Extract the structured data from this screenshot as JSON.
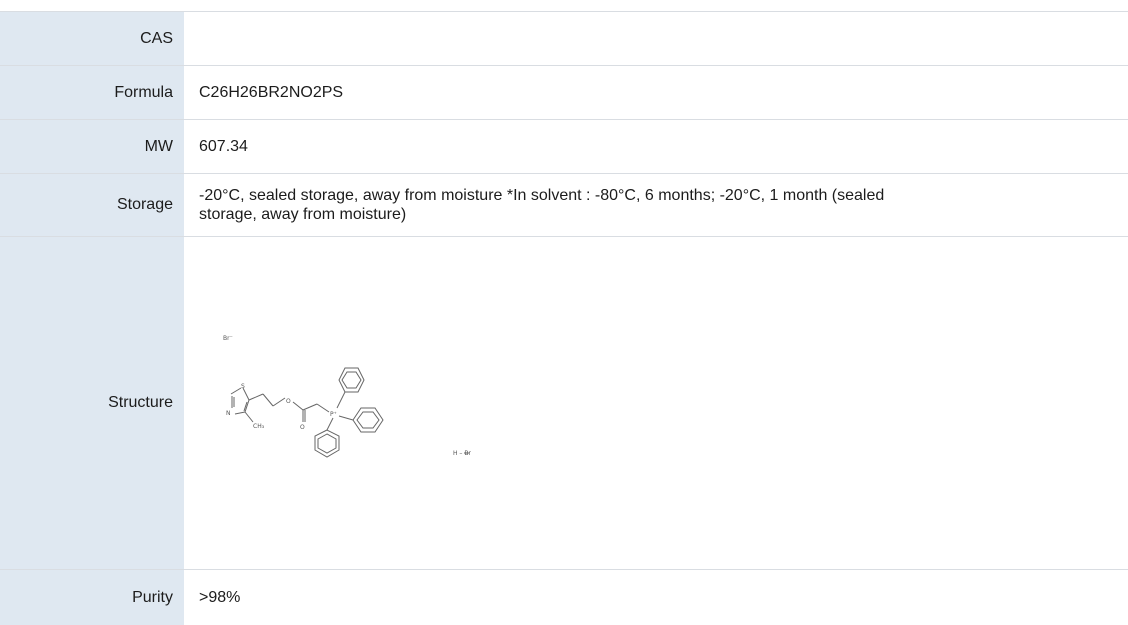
{
  "rows": [
    {
      "label": "CAS",
      "value": ""
    },
    {
      "label": "Formula",
      "value": "C26H26BR2NO2PS"
    },
    {
      "label": "MW",
      "value": "607.34"
    },
    {
      "label": "Storage",
      "value": "-20°C, sealed storage, away from moisture *In solvent : -80°C, 6 months; -20°C, 1 month (sealed storage, away from moisture)"
    },
    {
      "label": "Structure",
      "value": ""
    },
    {
      "label": "Purity",
      "value": ">98%"
    }
  ],
  "structure": {
    "atoms": {
      "br_ion": "Br⁻",
      "s": "S",
      "n": "N",
      "ch3": "CH₃",
      "o_ester": "O",
      "o_carbonyl": "O",
      "p": "P⁺",
      "hbr": "H – Br"
    }
  }
}
